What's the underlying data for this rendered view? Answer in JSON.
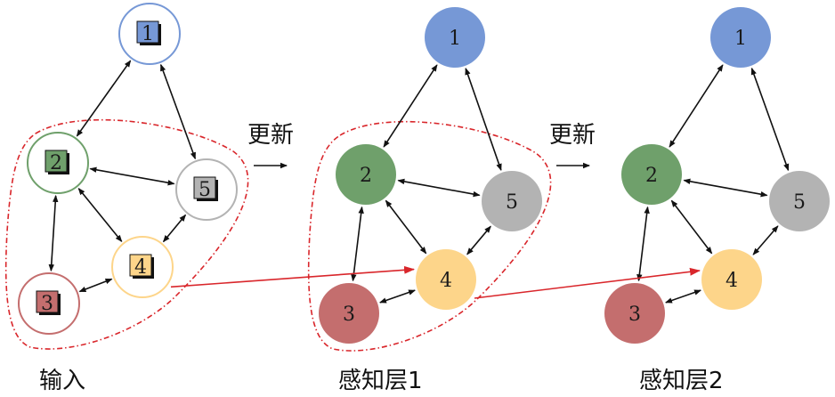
{
  "labels": {
    "input": "输入",
    "layer1": "感知层1",
    "layer2": "感知层2",
    "update1": "更新",
    "update2": "更新"
  },
  "panels": [
    {
      "name": "input",
      "nodes": [
        {
          "id": "1",
          "label": "1",
          "color": "#7698d6",
          "style": "square"
        },
        {
          "id": "2",
          "label": "2",
          "color": "#6fa06b",
          "style": "square"
        },
        {
          "id": "3",
          "label": "3",
          "color": "#c46e6e",
          "style": "square"
        },
        {
          "id": "4",
          "label": "4",
          "color": "#fdd58a",
          "style": "square"
        },
        {
          "id": "5",
          "label": "5",
          "color": "#b3b3b3",
          "style": "square"
        }
      ]
    },
    {
      "name": "layer1",
      "nodes": [
        {
          "id": "1",
          "label": "1",
          "color": "#7698d6",
          "style": "circle"
        },
        {
          "id": "2",
          "label": "2",
          "color": "#6fa06b",
          "style": "circle"
        },
        {
          "id": "3",
          "label": "3",
          "color": "#c46e6e",
          "style": "circle"
        },
        {
          "id": "4",
          "label": "4",
          "color": "#fdd58a",
          "style": "circle"
        },
        {
          "id": "5",
          "label": "5",
          "color": "#b3b3b3",
          "style": "circle"
        }
      ]
    },
    {
      "name": "layer2",
      "nodes": [
        {
          "id": "1",
          "label": "1",
          "color": "#7698d6",
          "style": "circle"
        },
        {
          "id": "2",
          "label": "2",
          "color": "#6fa06b",
          "style": "circle"
        },
        {
          "id": "3",
          "label": "3",
          "color": "#c46e6e",
          "style": "circle"
        },
        {
          "id": "4",
          "label": "4",
          "color": "#fdd58a",
          "style": "circle"
        },
        {
          "id": "5",
          "label": "5",
          "color": "#b3b3b3",
          "style": "circle"
        }
      ]
    }
  ],
  "edges": [
    [
      "1",
      "2"
    ],
    [
      "1",
      "5"
    ],
    [
      "2",
      "5"
    ],
    [
      "2",
      "4"
    ],
    [
      "2",
      "3"
    ],
    [
      "3",
      "4"
    ],
    [
      "4",
      "5"
    ]
  ],
  "colors": {
    "edge": "#111111",
    "propagation_arrow": "#d9262b",
    "neighborhood_boundary": "#d9262b"
  }
}
